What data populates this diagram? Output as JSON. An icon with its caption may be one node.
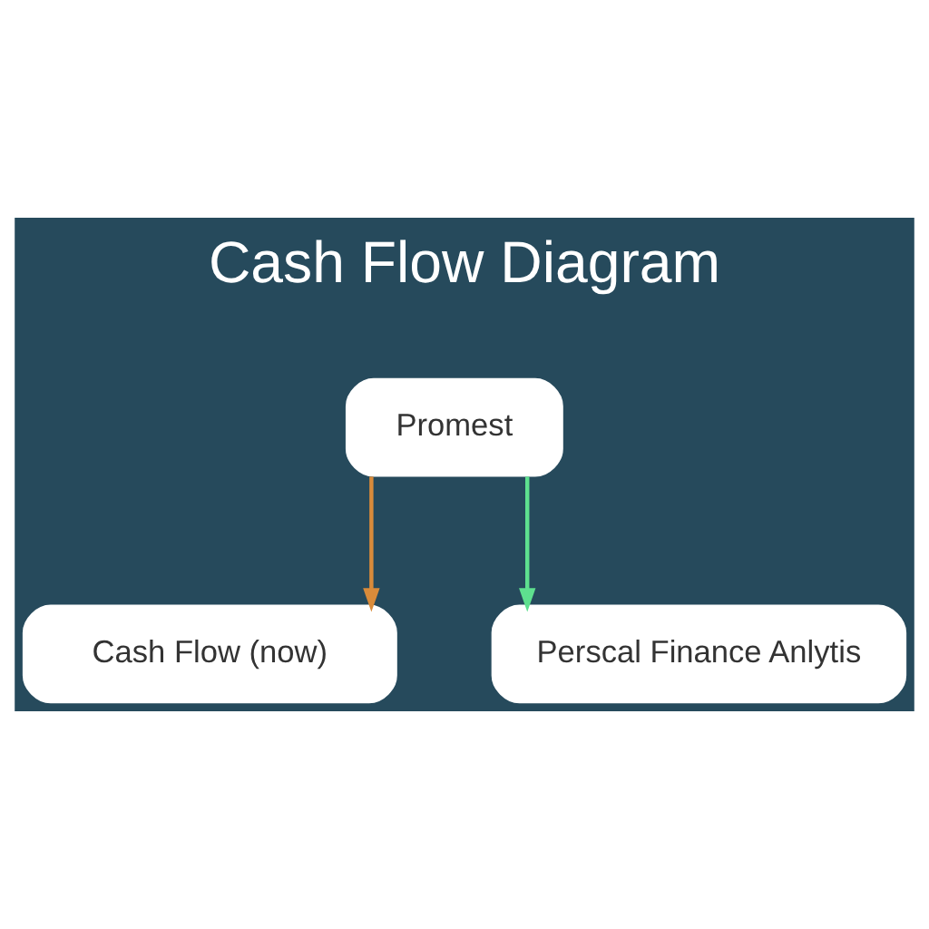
{
  "diagram": {
    "title": "Cash Flow Diagram",
    "nodes": [
      {
        "text": [
          "Promest"
        ]
      },
      {
        "text": [
          "Cash Flow (now)"
        ]
      },
      {
        "text": [
          "Perscal Finance Anlytis"
        ]
      }
    ],
    "edges": [
      {
        "from": 0,
        "to": 1,
        "arrow": "to",
        "color": "#d98b3a"
      },
      {
        "from": 0,
        "to": 2,
        "arrow": "to",
        "color": "#5ee08f"
      }
    ]
  }
}
